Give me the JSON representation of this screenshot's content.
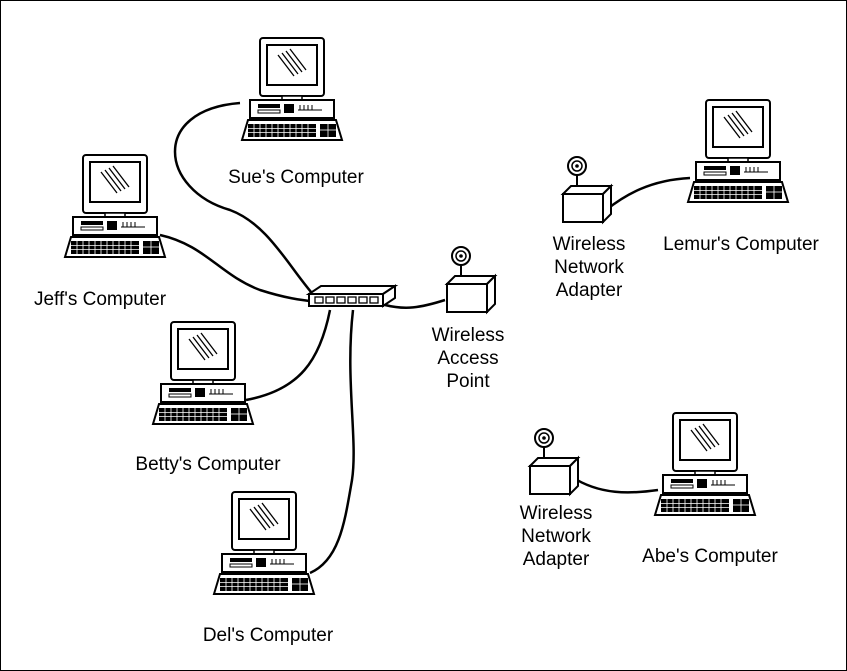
{
  "labels": {
    "sue": "Sue's Computer",
    "jeff": "Jeff's Computer",
    "betty": "Betty's Computer",
    "del": "Del's Computer",
    "lemur": "Lemur's Computer",
    "abe": "Abe's Computer",
    "ap_line1": "Wireless",
    "ap_line2": "Access",
    "ap_line3": "Point",
    "adapter1_line1": "Wireless",
    "adapter1_line2": "Network",
    "adapter1_line3": "Adapter",
    "adapter2_line1": "Wireless",
    "adapter2_line2": "Network",
    "adapter2_line3": "Adapter"
  },
  "icons": {
    "computer": "desktop-computer-icon",
    "hub": "network-hub-icon",
    "wireless_box": "wireless-device-icon"
  },
  "colors": {
    "line": "#000000",
    "screen": "#ffffff",
    "case": "#ffffff"
  }
}
